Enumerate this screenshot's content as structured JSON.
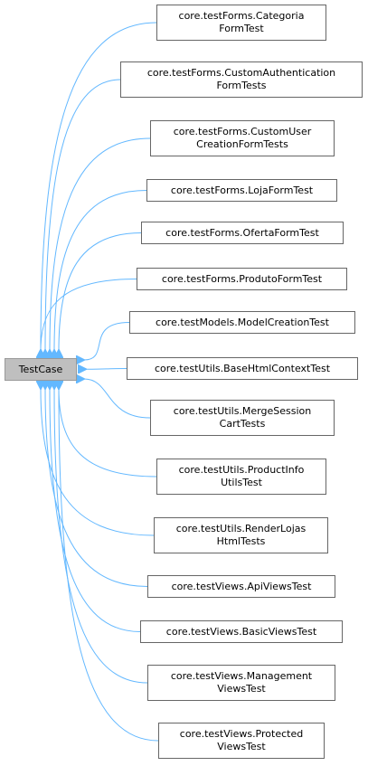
{
  "base_class": {
    "label": "TestCase"
  },
  "edge_color": "#63b8ff",
  "derived_classes": [
    {
      "lines": [
        "core.testForms.Categoria",
        "FormTest"
      ]
    },
    {
      "lines": [
        "core.testForms.CustomAuthentication",
        "FormTests"
      ]
    },
    {
      "lines": [
        "core.testForms.CustomUser",
        "CreationFormTests"
      ]
    },
    {
      "lines": [
        "core.testForms.LojaFormTest"
      ]
    },
    {
      "lines": [
        "core.testForms.OfertaFormTest"
      ]
    },
    {
      "lines": [
        "core.testForms.ProdutoFormTest"
      ]
    },
    {
      "lines": [
        "core.testModels.ModelCreationTest"
      ]
    },
    {
      "lines": [
        "core.testUtils.BaseHtmlContextTest"
      ]
    },
    {
      "lines": [
        "core.testUtils.MergeSession",
        "CartTests"
      ]
    },
    {
      "lines": [
        "core.testUtils.ProductInfo",
        "UtilsTest"
      ]
    },
    {
      "lines": [
        "core.testUtils.RenderLojas",
        "HtmlTests"
      ]
    },
    {
      "lines": [
        "core.testViews.ApiViewsTest"
      ]
    },
    {
      "lines": [
        "core.testViews.BasicViewsTest"
      ]
    },
    {
      "lines": [
        "core.testViews.Management",
        "ViewsTest"
      ]
    },
    {
      "lines": [
        "core.testViews.Protected",
        "ViewsTest"
      ]
    }
  ]
}
